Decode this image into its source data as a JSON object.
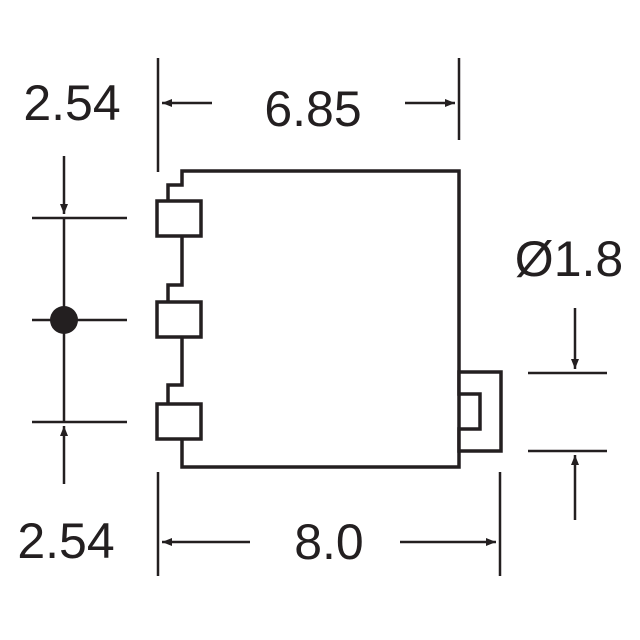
{
  "dimensions": {
    "top_left_pitch": "2.54",
    "top_width": "6.85",
    "hole_diameter": "Ø1.8",
    "bottom_left_pitch": "2.54",
    "bottom_width": "8.0"
  },
  "colors": {
    "ink": "#231f20",
    "background": "#ffffff"
  }
}
